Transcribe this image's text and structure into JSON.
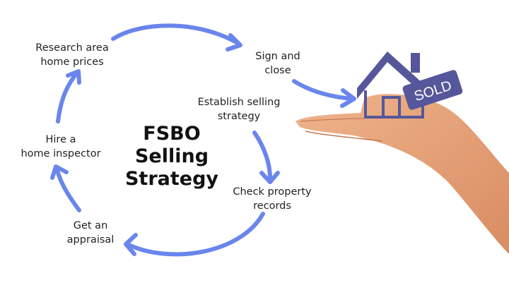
{
  "title": {
    "line1": "FSBO",
    "line2": "Selling",
    "line3": "Strategy"
  },
  "steps": [
    {
      "line1": "Research area",
      "line2": "home prices"
    },
    {
      "line1": "Sign and",
      "line2": "close"
    },
    {
      "line1": "Establish selling",
      "line2": "strategy"
    },
    {
      "line1": "Check property",
      "line2": "records"
    },
    {
      "line1": "Get an",
      "line2": "appraisal"
    },
    {
      "line1": "Hire a",
      "line2": "home inspector"
    }
  ],
  "sold_sign": "SOLD",
  "colors": {
    "arrow": "#6a86ec",
    "house": "#55579a",
    "skin": "#e9a47c"
  }
}
